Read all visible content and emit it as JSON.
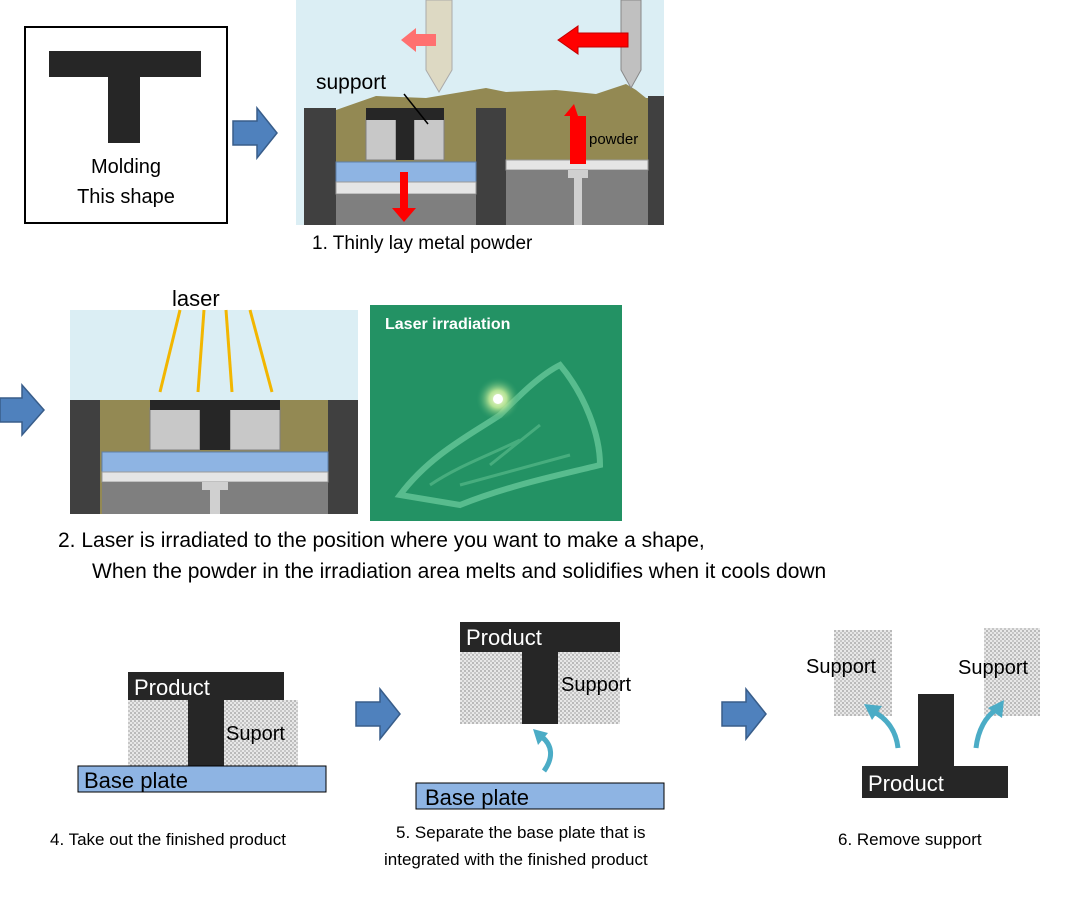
{
  "step0": {
    "line1": "Molding",
    "line2": "This shape"
  },
  "step1": {
    "support_label": "support",
    "powder_label": "powder",
    "caption": "1. Thinly lay metal powder"
  },
  "step2": {
    "laser_label": "laser",
    "photo_title": "Laser irradiation",
    "caption_line1": "2. Laser is irradiated to the position where you want to make a shape,",
    "caption_line2": "When the powder in the irradiation area melts and solidifies when it cools down"
  },
  "step4": {
    "product": "Product",
    "support": "Suport",
    "base_plate": "Base plate",
    "caption": "4. Take out the finished product"
  },
  "step5": {
    "product": "Product",
    "support": "Support",
    "base_plate": "Base plate",
    "caption_line1": "5. Separate the base plate that is",
    "caption_line2": "integrated with the finished product"
  },
  "step6": {
    "support_left": "Support",
    "support_right": "Support",
    "product": "Product",
    "caption": "6. Remove support"
  },
  "colors": {
    "arrow_blue": "#4f81bd",
    "base_blue": "#8eb4e3",
    "sky": "#dbeef4",
    "powder": "#938953",
    "red": "#ff0000",
    "teal": "#4bacc6",
    "dark": "#262626"
  }
}
